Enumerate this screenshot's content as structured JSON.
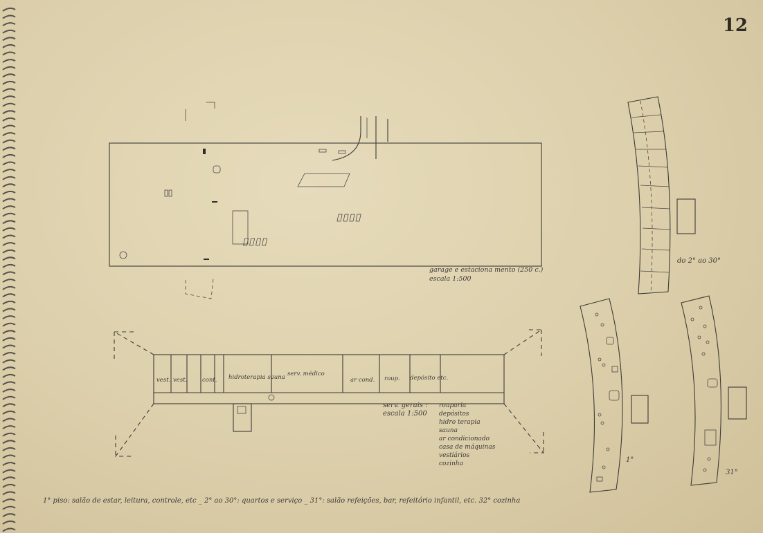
{
  "sheet": {
    "page_number": "12"
  },
  "site_plan": {
    "caption_line1": "garage e estaciona mento (250 c.)",
    "caption_line2": "escala 1:500"
  },
  "ground_floor": {
    "rooms": [
      "vest.",
      "vest.",
      "cont.",
      "hidroterapia sauna",
      "serv. médico",
      "ar cond.",
      "roup.",
      "depósito etc."
    ],
    "services_caption_line1": "serv. gerais :",
    "services_caption_line2": "escala 1:500",
    "services_list": [
      "rouparia",
      "depósitos",
      "hidro terapia",
      "sauna",
      "ar condicionado",
      "casa de máquinas",
      "vestiários",
      "cozinha"
    ]
  },
  "floor_labels": {
    "typical": "do 2° ao 30°",
    "first": "1°",
    "thirty_first": "31°"
  },
  "footer_note": "1° piso: salão de estar, leitura, controle, etc _ 2° ao 30°: quartos e serviço _ 31°: salão refeições, bar, refeitório infantil, etc. 32° cozinha"
}
